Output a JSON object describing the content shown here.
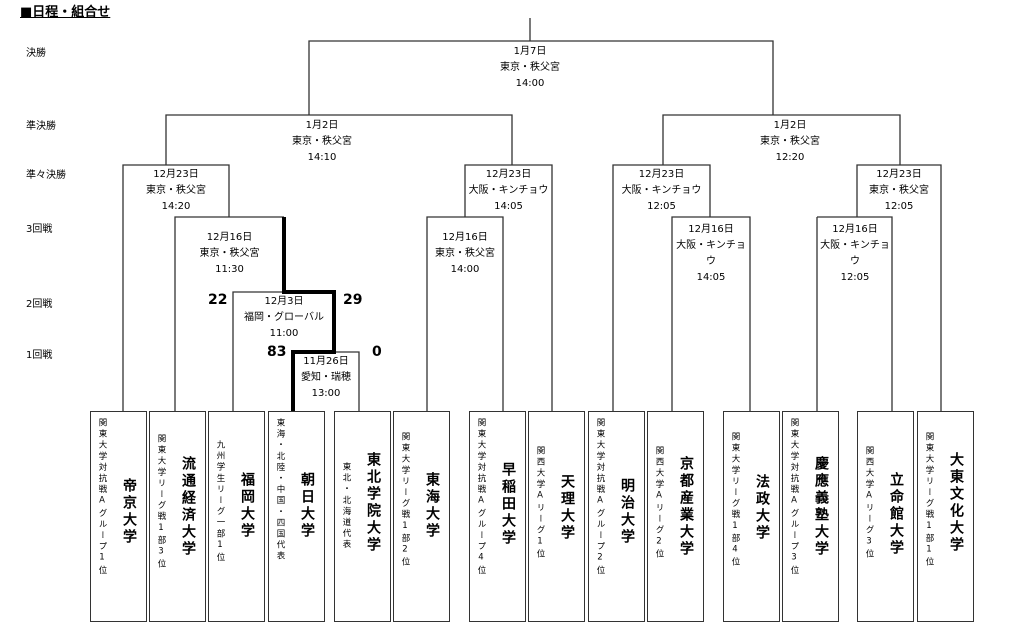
{
  "title": "■日程・組合せ",
  "rounds": {
    "final": "決勝",
    "semi": "準決勝",
    "quarter": "準々決勝",
    "r3": "3回戦",
    "r2": "2回戦",
    "r1": "1回戦"
  },
  "matches": {
    "final": {
      "date": "1月7日",
      "venue": "東京・秩父宮",
      "time": "14:00"
    },
    "semi_left": {
      "date": "1月2日",
      "venue": "東京・秩父宮",
      "time": "14:10"
    },
    "semi_right": {
      "date": "1月2日",
      "venue": "東京・秩父宮",
      "time": "12:20"
    },
    "qf1": {
      "date": "12月23日",
      "venue": "東京・秩父宮",
      "time": "14:20"
    },
    "qf2": {
      "date": "12月23日",
      "venue": "大阪・キンチョウ",
      "time": "14:05"
    },
    "qf3": {
      "date": "12月23日",
      "venue": "大阪・キンチョウ",
      "time": "12:05"
    },
    "qf4": {
      "date": "12月23日",
      "venue": "東京・秩父宮",
      "time": "12:05"
    },
    "r3_1": {
      "date": "12月16日",
      "venue": "東京・秩父宮",
      "time": "11:30"
    },
    "r3_2": {
      "date": "12月16日",
      "venue": "東京・秩父宮",
      "time": "14:00"
    },
    "r3_3": {
      "date": "12月16日",
      "venue": "大阪・キンチョウ",
      "time": "14:05"
    },
    "r3_4": {
      "date": "12月16日",
      "venue": "大阪・キンチョウ",
      "time": "12:05"
    },
    "r2_1": {
      "date": "12月3日",
      "venue": "福岡・グローバル",
      "time": "11:00",
      "score_left": "22",
      "score_right": "29"
    },
    "r1_1": {
      "date": "11月26日",
      "venue": "愛知・瑞穂",
      "time": "13:00",
      "score_left": "83",
      "score_right": "0"
    }
  },
  "teams": [
    {
      "name": "帝京大学",
      "qualifier": "関東大学対抗戦Aグループ1位"
    },
    {
      "name": "流通経済大学",
      "qualifier": "関東大学リーグ戦1部3位"
    },
    {
      "name": "福岡大学",
      "qualifier": "九州学生リーグ一部1位"
    },
    {
      "name": "朝日大学",
      "qualifier": "東海・北陸・中国・四国代表"
    },
    {
      "name": "東北学院大学",
      "qualifier": "東北・北海道代表"
    },
    {
      "name": "東海大学",
      "qualifier": "関東大学リーグ戦1部2位"
    },
    {
      "name": "早稲田大学",
      "qualifier": "関東大学対抗戦Aグループ4位"
    },
    {
      "name": "天理大学",
      "qualifier": "関西大学Aリーグ1位"
    },
    {
      "name": "明治大学",
      "qualifier": "関東大学対抗戦Aグループ2位"
    },
    {
      "name": "京都産業大学",
      "qualifier": "関西大学Aリーグ2位"
    },
    {
      "name": "法政大学",
      "qualifier": "関東大学リーグ戦1部4位"
    },
    {
      "name": "慶應義塾大学",
      "qualifier": "関東大学対抗戦Aグループ3位"
    },
    {
      "name": "立命館大学",
      "qualifier": "関西大学Aリーグ3位"
    },
    {
      "name": "大東文化大学",
      "qualifier": "関東大学リーグ戦1部1位"
    }
  ]
}
